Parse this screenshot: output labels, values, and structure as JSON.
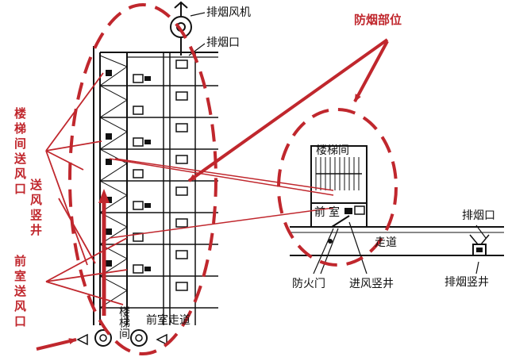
{
  "labels": {
    "exhaust_fan": "排烟风机",
    "exhaust_outlet_top": "排烟口",
    "smoke_control_area": "防烟部位",
    "stairwell_detail": "楼梯间",
    "front_room_detail_1": "前",
    "front_room_detail_2": "室",
    "corridor_detail": "走道",
    "exhaust_outlet_right": "排烟口",
    "exhaust_shaft_right": "排烟竖井",
    "fire_door": "防火门",
    "air_intake_shaft": "进风竖井",
    "front_room_corridor": "前室走道",
    "stairwell_bottom": "楼梯间",
    "stair_supply_outlet": "楼梯间送风口",
    "supply_shaft": "送风竖井",
    "front_room_supply_outlet": "前室送风口"
  },
  "colors": {
    "annotation_red": "#c0272d",
    "line_black": "#111111",
    "background": "#ffffff"
  }
}
